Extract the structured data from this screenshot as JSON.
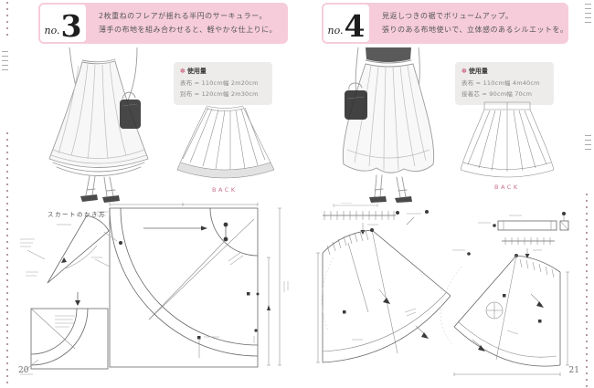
{
  "colors": {
    "banner_pink": "#f6ccda",
    "accent_pink": "#c77088",
    "usage_box_gray": "#edecea",
    "pattern_line_gray": "#666666"
  },
  "left_page": {
    "header": {
      "no_prefix": "no.",
      "number": "3",
      "desc1": "2枚重ねのフレアが揺れる半円のサーキュラー。",
      "desc2": "薄手の布地を組み合わせると、軽やかな仕上りに。"
    },
    "usage": {
      "marker": "✽",
      "title": "使用量",
      "line1": "表布 = 110cm幅 2m20cm",
      "line2": "別布 = 120cm幅 2m30cm"
    },
    "flat_label": "BACK",
    "howto_label": "スカートのかき方",
    "page_number": "20"
  },
  "right_page": {
    "header": {
      "no_prefix": "no.",
      "number": "4",
      "desc1": "見返しつきの裾でボリュームアップ。",
      "desc2": "張りのある布地使いで、立体感のあるシルエットを。"
    },
    "usage": {
      "marker": "✽",
      "title": "使用量",
      "line1": "表布 = 110cm幅 4m40cm",
      "line2": "接着芯 = 90cm幅 70cm"
    },
    "flat_label": "BACK",
    "page_number": "21"
  }
}
